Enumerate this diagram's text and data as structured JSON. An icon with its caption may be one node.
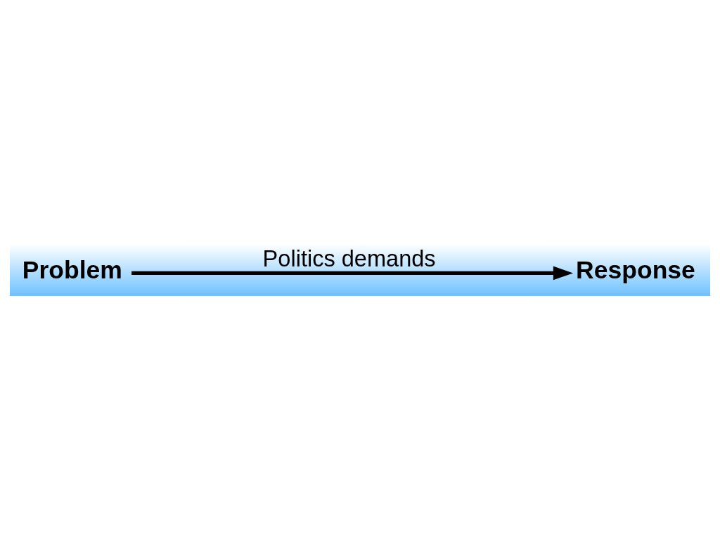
{
  "diagram": {
    "nodes": [
      {
        "text": [
          "Problem"
        ]
      },
      {
        "text": [
          "Response"
        ]
      }
    ],
    "edges": [
      {
        "from": 0,
        "to": 1,
        "arrow": "to",
        "label": "Politics demands"
      }
    ]
  }
}
